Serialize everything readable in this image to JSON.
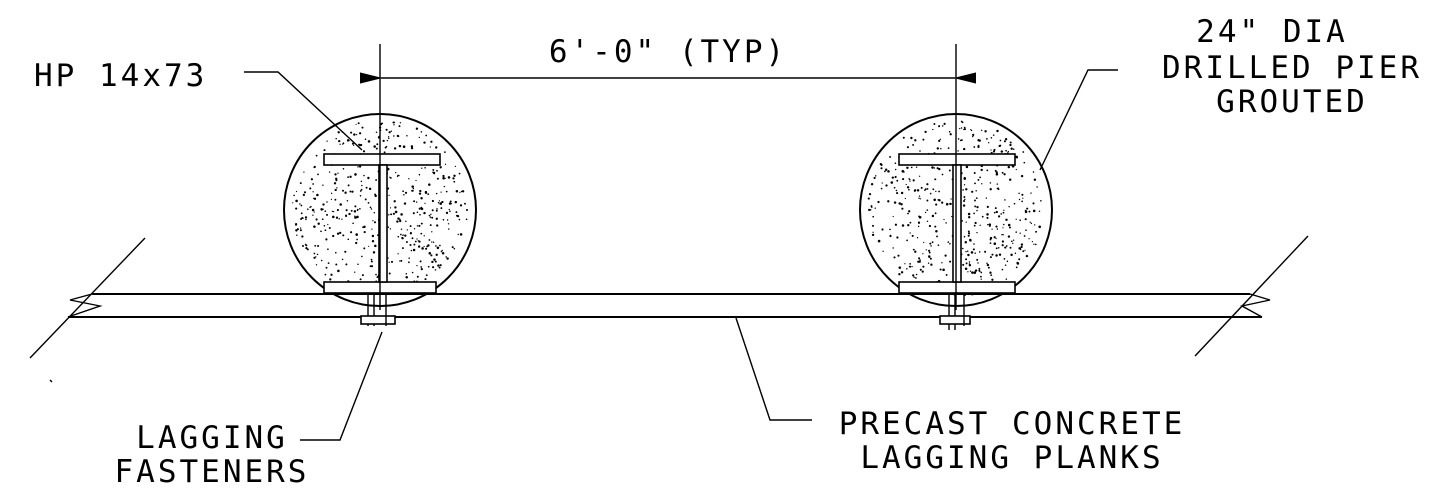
{
  "labels": {
    "dimension": "6'-0\" (TYP)",
    "pile_section": "HP 14x73",
    "pier_line1": "24\" DIA",
    "pier_line2": "DRILLED PIER",
    "pier_line3": "GROUTED",
    "fasteners_line1": "LAGGING",
    "fasteners_line2": "FASTENERS",
    "planks_line1": "PRECAST CONCRETE",
    "planks_line2": "LAGGING PLANKS"
  }
}
